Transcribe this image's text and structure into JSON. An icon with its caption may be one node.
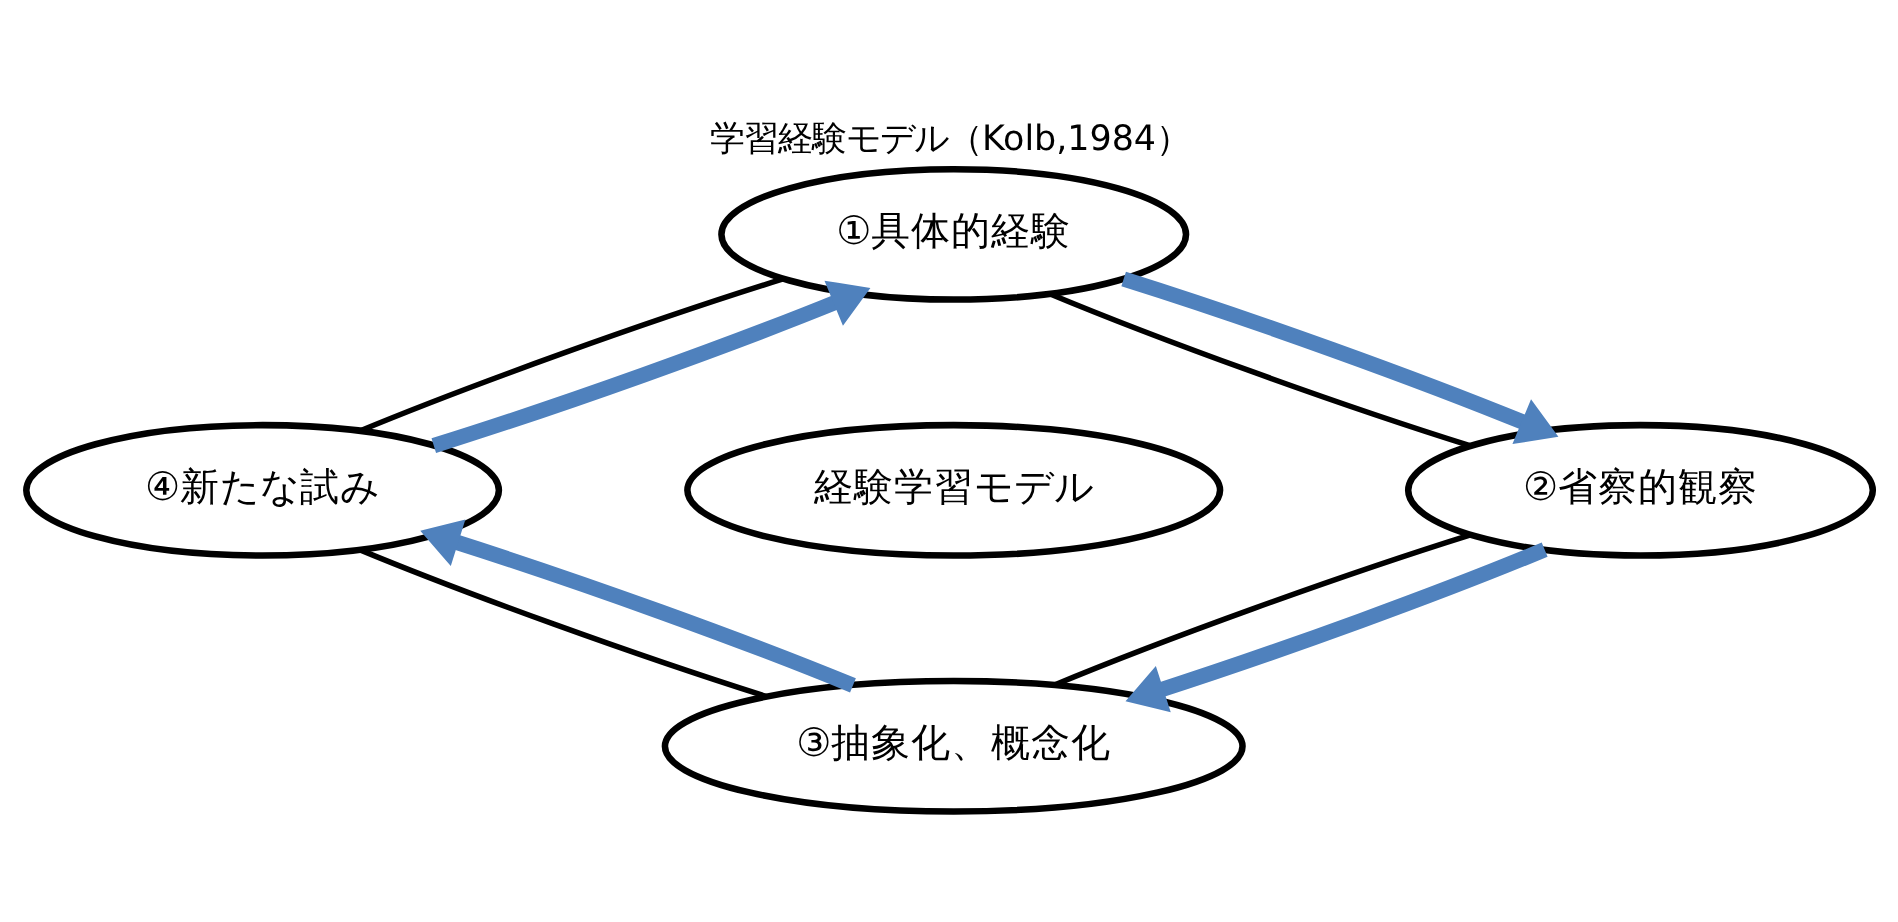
{
  "diagram": {
    "title": "学習経験モデル（Kolb,1984）",
    "nodes": [
      {
        "text": [
          "①具体的経験"
        ]
      },
      {
        "text": [
          "②省察的観察"
        ]
      },
      {
        "text": [
          "③抽象化、概念化"
        ]
      },
      {
        "text": [
          "④新たな試み"
        ]
      },
      {
        "text": [
          "経験学習モデル"
        ]
      }
    ],
    "edges": [
      {
        "from": 0,
        "to": 1,
        "arrow": "none"
      },
      {
        "from": 1,
        "to": 2,
        "arrow": "none"
      },
      {
        "from": 2,
        "to": 3,
        "arrow": "none"
      },
      {
        "from": 3,
        "to": 0,
        "arrow": "none"
      },
      {
        "from": 3,
        "to": 0,
        "arrow": "to",
        "style": "thick",
        "color": "#4f81bd"
      },
      {
        "from": 0,
        "to": 1,
        "arrow": "to",
        "style": "thick",
        "color": "#4f81bd"
      },
      {
        "from": 1,
        "to": 2,
        "arrow": "to",
        "style": "thick",
        "color": "#4f81bd"
      },
      {
        "from": 2,
        "to": 3,
        "arrow": "to",
        "style": "thick",
        "color": "#4f81bd"
      }
    ]
  }
}
